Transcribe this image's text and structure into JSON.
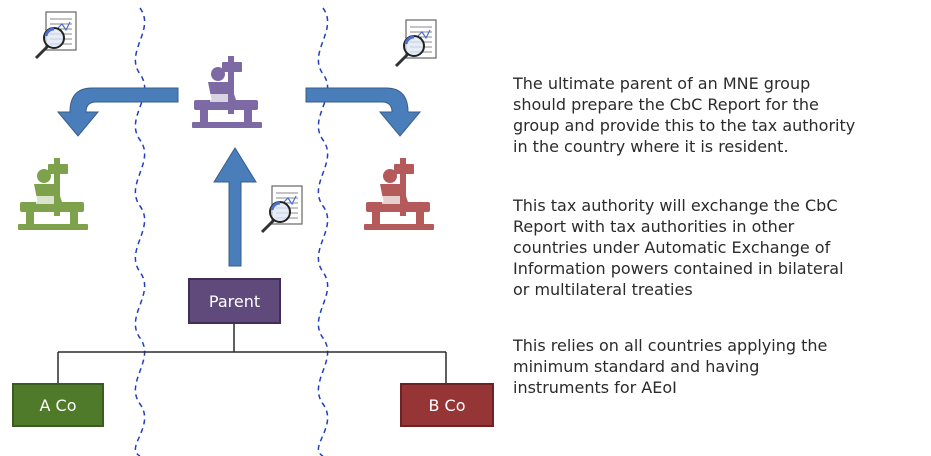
{
  "boxes": {
    "parent": "Parent",
    "a_co": "A Co",
    "b_co": "B Co"
  },
  "description": {
    "paragraph_1": "The ultimate parent of an MNE group\nshould prepare the CbC Report for the\ngroup and provide this to the tax authority\nin the country where it is resident.",
    "paragraph_2": "This tax authority will exchange the CbC\nReport with tax authorities in other\ncountries under Automatic Exchange of\nInformation powers contained in bilateral\nor multilateral treaties",
    "paragraph_3": "This relies on all countries applying the\nminimum standard and having\ninstruments for AEoI"
  },
  "colors": {
    "arrow": "#4a7ebb",
    "border_line": "#1f3fbf",
    "parent": "#604a7b",
    "a_co": "#4f7a2a",
    "b_co": "#963536",
    "figure_center": "#7d6aa5",
    "figure_left": "#7ea24b",
    "figure_right": "#b45a5a"
  },
  "icons": [
    "magnifier-report-icon",
    "tax-official-figure-icon"
  ]
}
